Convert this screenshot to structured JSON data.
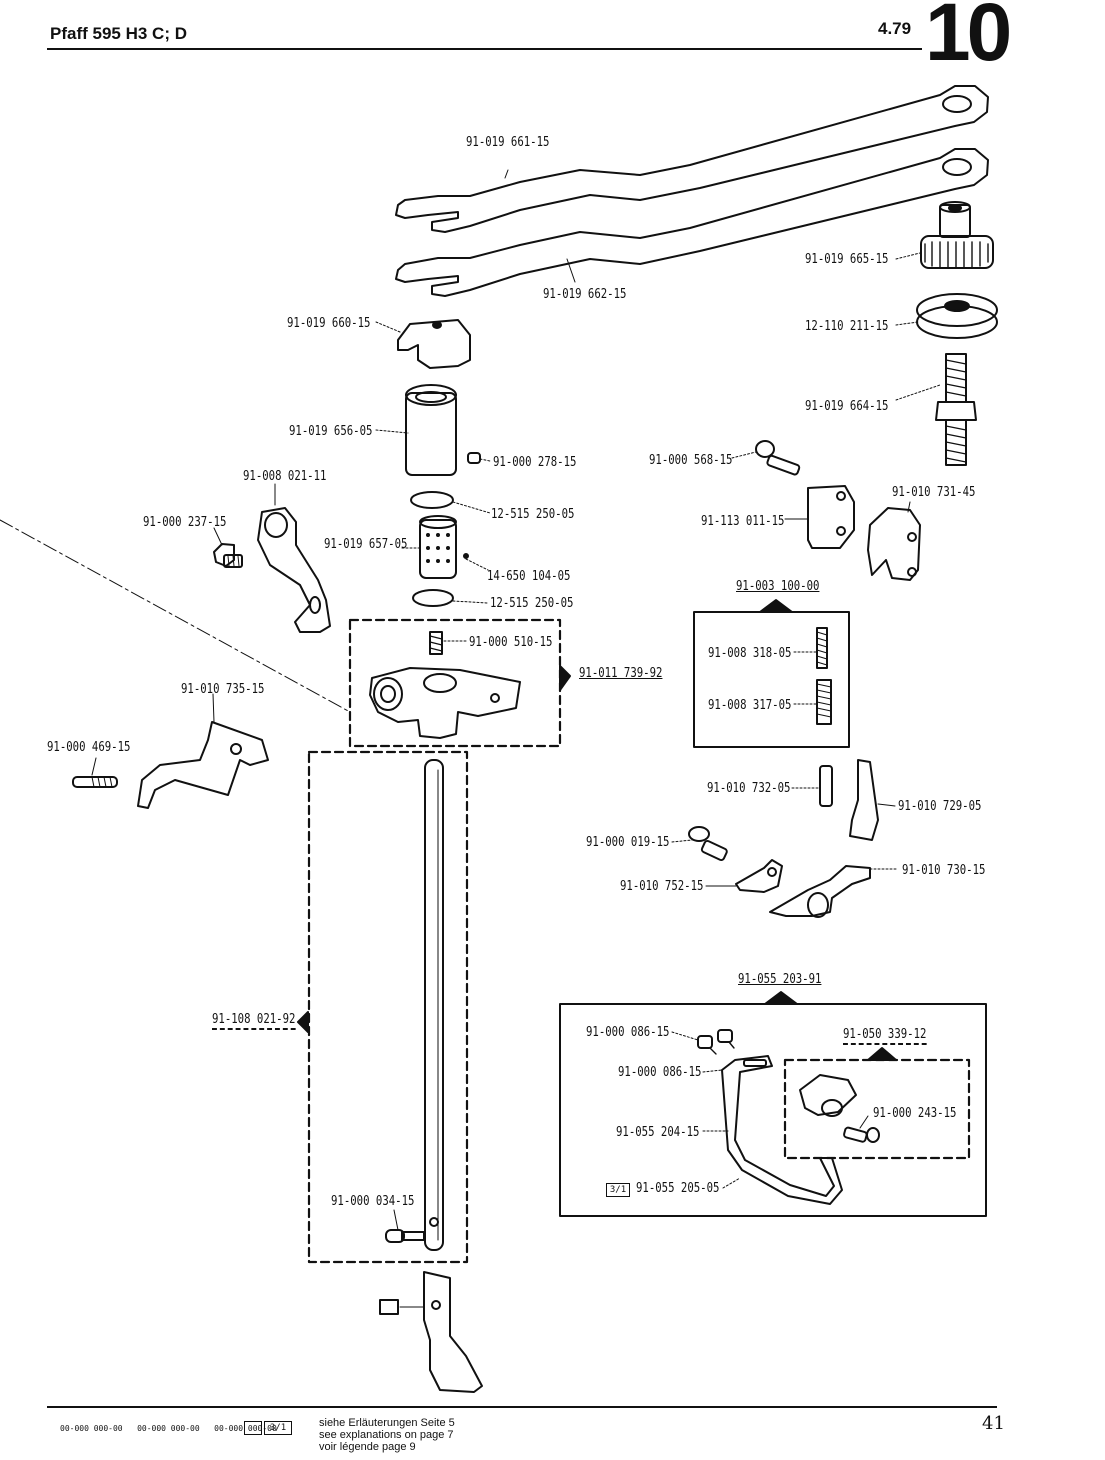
{
  "header": {
    "model": "Pfaff 595 H3 C; D",
    "date": "4.79",
    "section": "10"
  },
  "parts": {
    "p1": "91-019 661-15",
    "p2": "91-019 662-15",
    "p3": "91-019 665-15",
    "p4": "12-110 211-15",
    "p5": "91-019 660-15",
    "p6": "91-019 664-15",
    "p7": "91-019 656-05",
    "p8": "91-000 278-15",
    "p9": "91-000 568-15",
    "p10": "91-008 021-11",
    "p11": "91-010 731-45",
    "p12": "12-515 250-05",
    "p13": "91-113 011-15",
    "p14": "91-000 237-15",
    "p15": "91-019 657-05",
    "p16": "14-650 104-05",
    "p17": "12-515 250-05",
    "p18": "91-003 100-00",
    "p19": "91-000 510-15",
    "p20": "91-011 739-92",
    "p21": "91-008 318-05",
    "p22": "91-010 735-15",
    "p23": "91-008 317-05",
    "p24": "91-000 469-15",
    "p25": "91-010 732-05",
    "p26": "91-010 729-05",
    "p27": "91-000 019-15",
    "p28": "91-010 752-15",
    "p29": "91-010 730-15",
    "p30": "91-055 203-91",
    "p31": "91-108 021-92",
    "p32": "91-000 086-15",
    "p33": "91-050 339-12",
    "p34": "91-000 086-15",
    "p35": "91-000 243-15",
    "p36": "91-055 204-15",
    "p37": "91-055 205-05",
    "p38": "91-000 034-15"
  },
  "tags": {
    "ref_31": "3/1"
  },
  "footer": {
    "code1": "00-000 000-00",
    "code2": "00-000 000-00",
    "code3": "00-000 000-00",
    "ref": "3/1",
    "line1": "siehe Erläuterungen Seite 5",
    "line2": "see explanations on page 7",
    "line3": "voir légende page 9",
    "page": "41"
  }
}
